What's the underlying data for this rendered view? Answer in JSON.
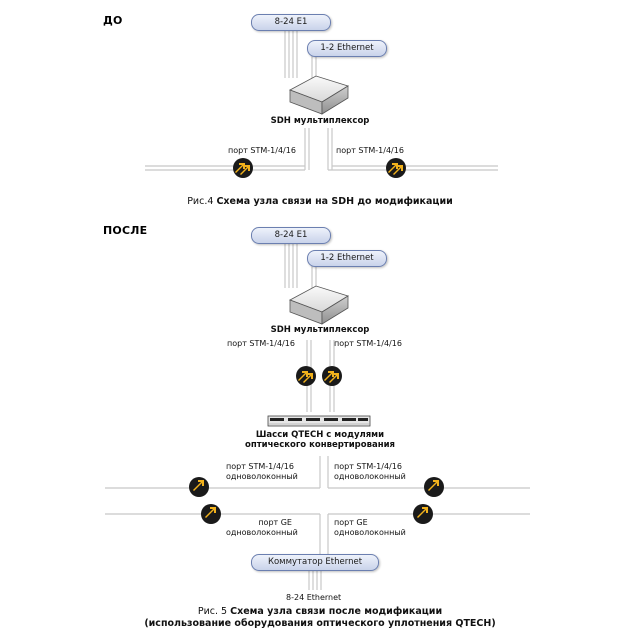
{
  "before": {
    "title": "ДО",
    "e1_pill": "8-24 E1",
    "eth_pill": "1-2 Ethernet",
    "mux_label": "SDH мультиплексор",
    "port_left": "порт STM-1/4/16",
    "port_right": "порт STM-1/4/16",
    "caption_prefix": "Рис.4",
    "caption_title": "Схема узла связи на SDH до модификации"
  },
  "after": {
    "title": "ПОСЛЕ",
    "e1_pill": "8-24 E1",
    "eth_pill": "1-2 Ethernet",
    "mux_label": "SDH мультиплексор",
    "port_left": "порт STM-1/4/16",
    "port_right": "порт STM-1/4/16",
    "chassis_line1": "Шасси QTECH с модулями",
    "chassis_line2": "оптического конвертирования",
    "stm_left_1": "порт STM-1/4/16",
    "stm_left_2": "одноволоконный",
    "stm_right_1": "порт STM-1/4/16",
    "stm_right_2": "одноволоконный",
    "ge_left_1": "порт GE",
    "ge_left_2": "одноволоконный",
    "ge_right_1": "порт GE",
    "ge_right_2": "одноволоконный",
    "switch_pill": "Коммутатор Ethernet",
    "eth_bottom": "8-24 Ethernet",
    "caption_prefix": "Рис. 5",
    "caption_title": "Схема узла связи  после модификации",
    "caption_sub": "(использование оборудования оптического уплотнения QTECH)"
  },
  "colors": {
    "line": "#c8c8c8",
    "arrow_circle": "#1a1a1a",
    "arrow_fill": "#f2b21c",
    "pill_border": "#6b7fb0"
  }
}
